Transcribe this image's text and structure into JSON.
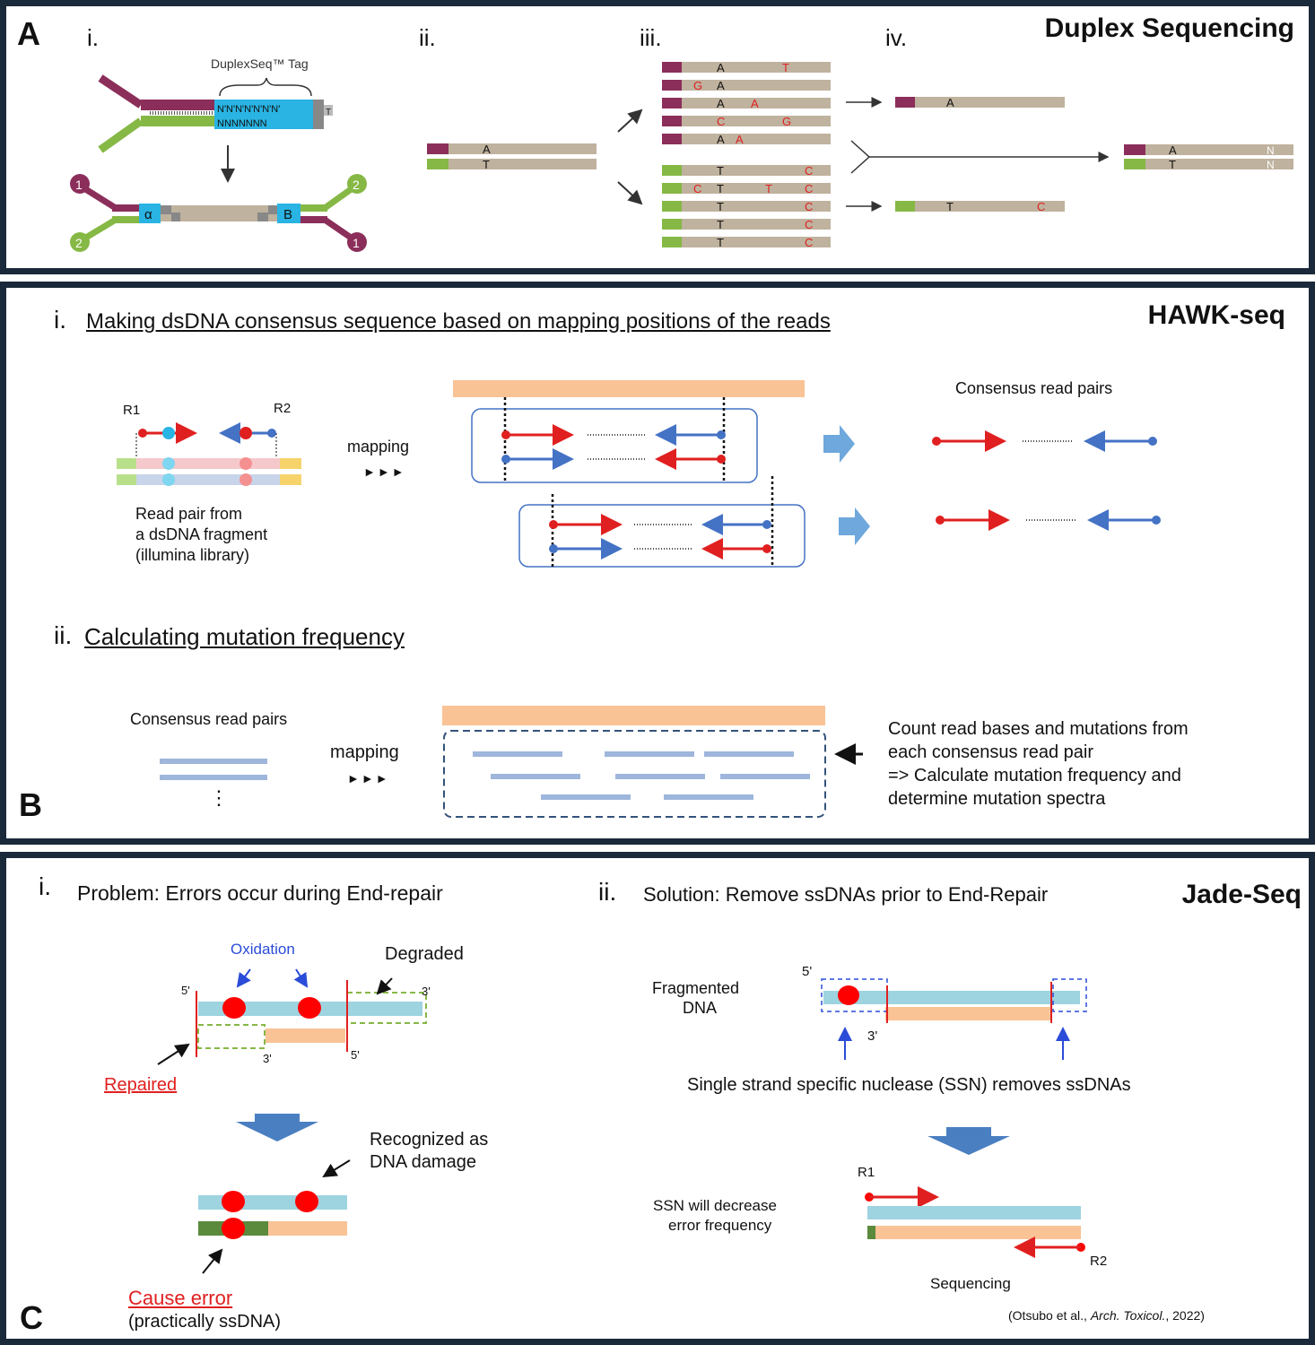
{
  "colors": {
    "maroon": "#8b2e5a",
    "green": "#86b845",
    "beige": "#bfb29e",
    "cyan": "#5bc6e8",
    "red": "#e02020",
    "blue": "#4472c4",
    "lightblue": "#9ed3e0",
    "peach": "#f9c396",
    "darknavy": "#1b2a3a",
    "arrowblue": "#6fa8dc"
  },
  "panelA": {
    "letter": "A",
    "title": "Duplex Sequencing",
    "steps": [
      "i.",
      "ii.",
      "iii.",
      "iv."
    ],
    "tag_label": "DuplexSeq™ Tag",
    "tag_row1": "N'N'N'N'N'N'N'",
    "tag_row2": "NNNNNNN",
    "tag_T": "T",
    "alpha": "α",
    "beta": "B",
    "n1": "1",
    "n2": "2",
    "base_A": "A",
    "base_T": "T",
    "base_G": "G",
    "base_C": "C",
    "base_N": "N"
  },
  "panelB": {
    "letter": "B",
    "title": "HAWK-seq",
    "i_num": "i.",
    "i_heading": "Making dsDNA consensus sequence based on mapping positions of the reads",
    "r1": "R1",
    "r2": "R2",
    "mapping": "mapping",
    "arrows": "►►►",
    "read_pair_line1": "Read pair from",
    "read_pair_line2": "a dsDNA fragment",
    "read_pair_line3": "(illumina library)",
    "consensus_label": "Consensus read pairs",
    "ii_num": "ii.",
    "ii_heading": "Calculating mutation frequency",
    "consensus_label2": "Consensus read pairs",
    "mapping2": "mapping",
    "vdots": "⋮",
    "count_line1": "Count read bases and mutations from",
    "count_line2": "each consensus read pair",
    "count_line3": "=> Calculate mutation frequency and",
    "count_line4": "determine mutation spectra"
  },
  "panelC": {
    "letter": "C",
    "title": "Jade-Seq",
    "i_num": "i.",
    "i_heading": "Problem: Errors occur during End-repair",
    "oxidation": "Oxidation",
    "degraded": "Degraded",
    "five_prime": "5'",
    "three_prime": "3'",
    "repaired": "Repaired",
    "recognized1": "Recognized as",
    "recognized2": "DNA damage",
    "cause_error": "Cause error",
    "practically": "(practically ssDNA)",
    "ii_num": "ii.",
    "ii_heading": "Solution: Remove ssDNAs prior to End-Repair",
    "fragmented1": "Fragmented",
    "fragmented2": "DNA",
    "ssn_removes": "Single strand specific nuclease (SSN) removes ssDNAs",
    "r1": "R1",
    "r2": "R2",
    "ssn_decrease1": "SSN will decrease",
    "ssn_decrease2": "error frequency",
    "sequencing": "Sequencing",
    "citation_pre": "(Otsubo et al., ",
    "citation_journal": "Arch. Toxicol.",
    "citation_post": ", 2022)"
  }
}
